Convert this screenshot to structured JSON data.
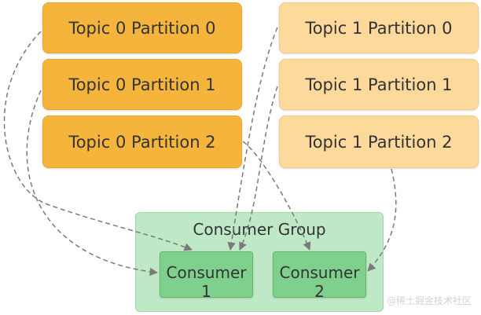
{
  "topic0": [
    {
      "label": "Topic 0 Partition 0"
    },
    {
      "label": "Topic 0 Partition 1"
    },
    {
      "label": "Topic 0 Partition 2"
    }
  ],
  "topic1": [
    {
      "label": "Topic 1 Partition 0"
    },
    {
      "label": "Topic 1 Partition 1"
    },
    {
      "label": "Topic 1 Partition 2"
    }
  ],
  "group": {
    "label": "Consumer Group",
    "consumers": [
      {
        "word": "Consumer",
        "num": "1"
      },
      {
        "word": "Consumer",
        "num": "2"
      }
    ]
  },
  "watermark": "@稀土掘金技术社区",
  "colors": {
    "topic0": "#f5b43c",
    "topic1": "#fdd99b",
    "group": "#bfe9c6",
    "consumer": "#7fd08d",
    "arrow": "#7a7a7a"
  }
}
